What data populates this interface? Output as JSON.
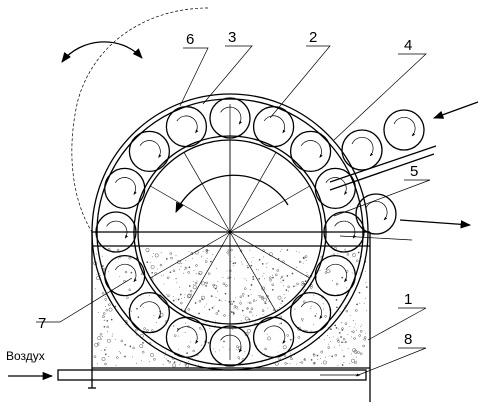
{
  "diagram": {
    "labels": [
      {
        "id": "1",
        "text": "1"
      },
      {
        "id": "2",
        "text": "2"
      },
      {
        "id": "3",
        "text": "3"
      },
      {
        "id": "4",
        "text": "4"
      },
      {
        "id": "5",
        "text": "5"
      },
      {
        "id": "6",
        "text": "6"
      },
      {
        "id": "7",
        "text": "7"
      },
      {
        "id": "8",
        "text": "8"
      }
    ],
    "air_label": "Воздух",
    "colors": {
      "line": "#000000",
      "background": "#ffffff",
      "liquid_dots": "#555555"
    }
  }
}
